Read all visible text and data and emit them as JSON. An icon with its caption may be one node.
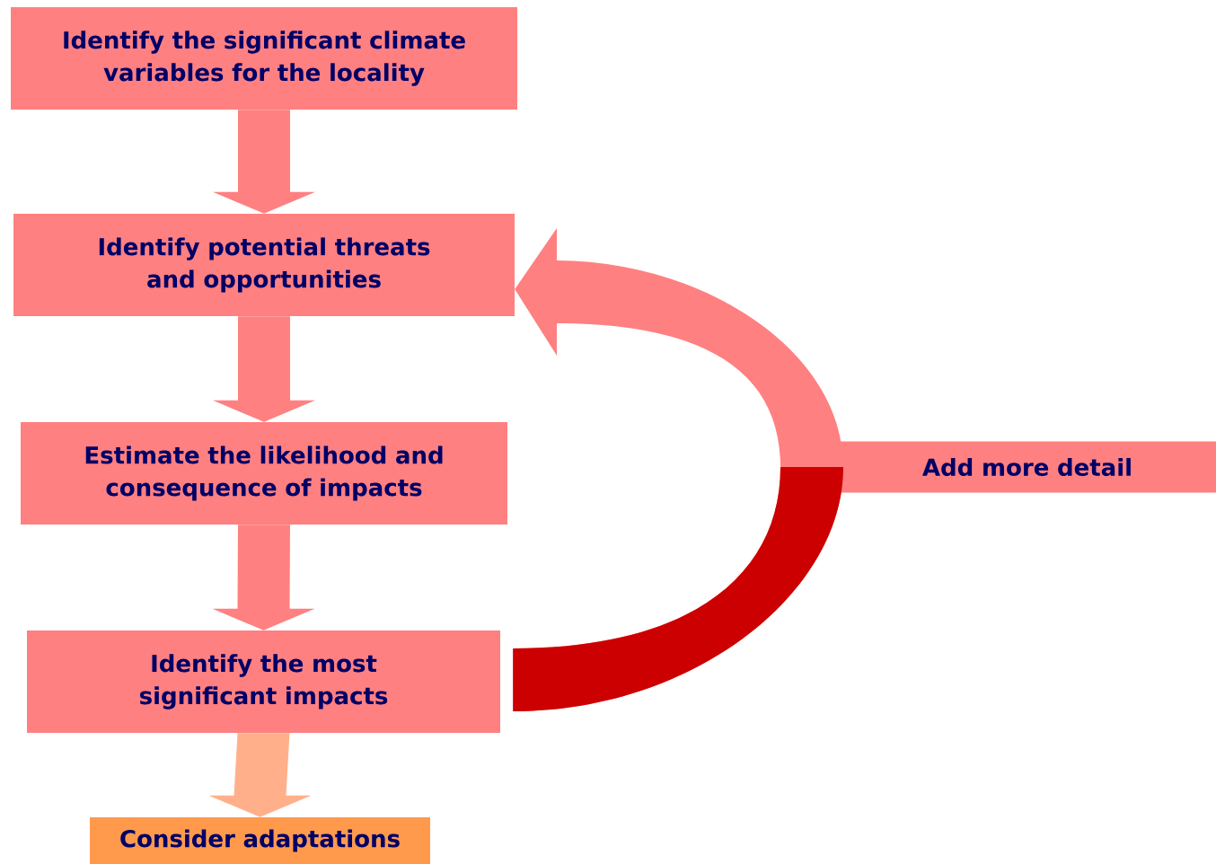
{
  "diagram": {
    "nodes": [
      {
        "text": [
          "Identify the significant climate variables for the locality"
        ]
      },
      {
        "text": [
          "Identify potential threats and opportunities"
        ]
      },
      {
        "text": [
          "Estimate the likelihood and consequence of impacts"
        ]
      },
      {
        "text": [
          "Identify the most significant impacts"
        ]
      },
      {
        "text": [
          "Consider adaptations"
        ]
      },
      {
        "text": [
          "Add more detail"
        ]
      }
    ],
    "edges": [
      {
        "from": 0,
        "to": 1,
        "arrow": "to"
      },
      {
        "from": 1,
        "to": 2,
        "arrow": "to"
      },
      {
        "from": 2,
        "to": 3,
        "arrow": "to"
      },
      {
        "from": 3,
        "to": 4,
        "arrow": "to",
        "color": "#ffb08a"
      },
      {
        "from": 3,
        "to": 1,
        "arrow": "to",
        "style": "thick"
      }
    ]
  }
}
